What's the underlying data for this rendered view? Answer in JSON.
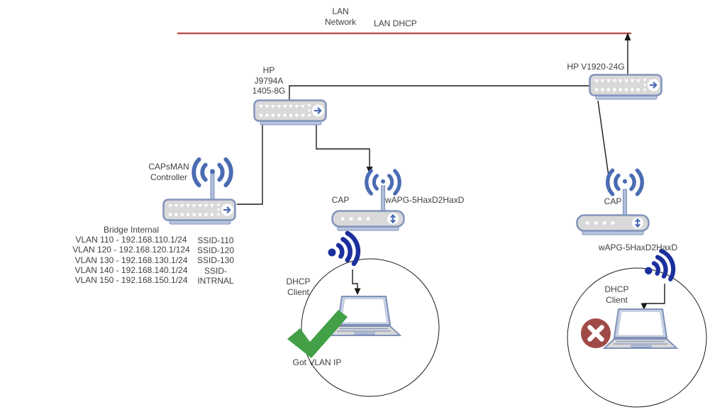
{
  "lan": {
    "network_line1": "LAN",
    "network_line2": "Network",
    "dhcp_label": "LAN DHCP"
  },
  "switch1": {
    "label_line1": "HP",
    "label_line2": "J9794A",
    "label_line3": "1405-8G"
  },
  "switch2": {
    "label": "HP V1920-24G"
  },
  "capsman": {
    "label_line1": "CAPsMAN",
    "label_line2": "Controller",
    "bridge_title": "Bridge Internal",
    "vlans": [
      "VLAN 110 - 192.168.110.1/24",
      "VLAN 120 - 192.168.120.1/124",
      "VLAN 130 - 192.168.130.1/24",
      "VLAN 140 - 192.168.140.1/24",
      "VLAN 150 - 192.168.150.1/24"
    ],
    "ssids": [
      "SSID-110",
      "SSID-120",
      "SSID-130",
      "SSID-",
      "INTRNAL"
    ]
  },
  "cap1": {
    "label": "CAP",
    "model": "wAPG-5HaxD2HaxD"
  },
  "cap2": {
    "label": "CAP",
    "model": "wAPG-5HaxD2HaxD"
  },
  "client1": {
    "label_line1": "DHCP",
    "label_line2": "Client",
    "result": "Got VLAN IP"
  },
  "client2": {
    "label_line1": "DHCP",
    "label_line2": "Client"
  },
  "icons": {
    "switch_port_circle": "right-arrow",
    "cap_port_circle": "up-down-arrow",
    "success": "green-checkmark",
    "failure": "red-x-badge"
  },
  "colors": {
    "lan_line": "#b85450",
    "device_border": "#8294bc",
    "device_fill": "#d9d9d9",
    "device_shadow": "#b9c5de",
    "antenna_wave_blue": "#4a6cb3",
    "wifi_signal_navy": "#1b2f9e",
    "check_green": "#43a047",
    "error_red": "#a04a48",
    "connector": "#1a1a1a",
    "text": "#3f3f3f"
  }
}
